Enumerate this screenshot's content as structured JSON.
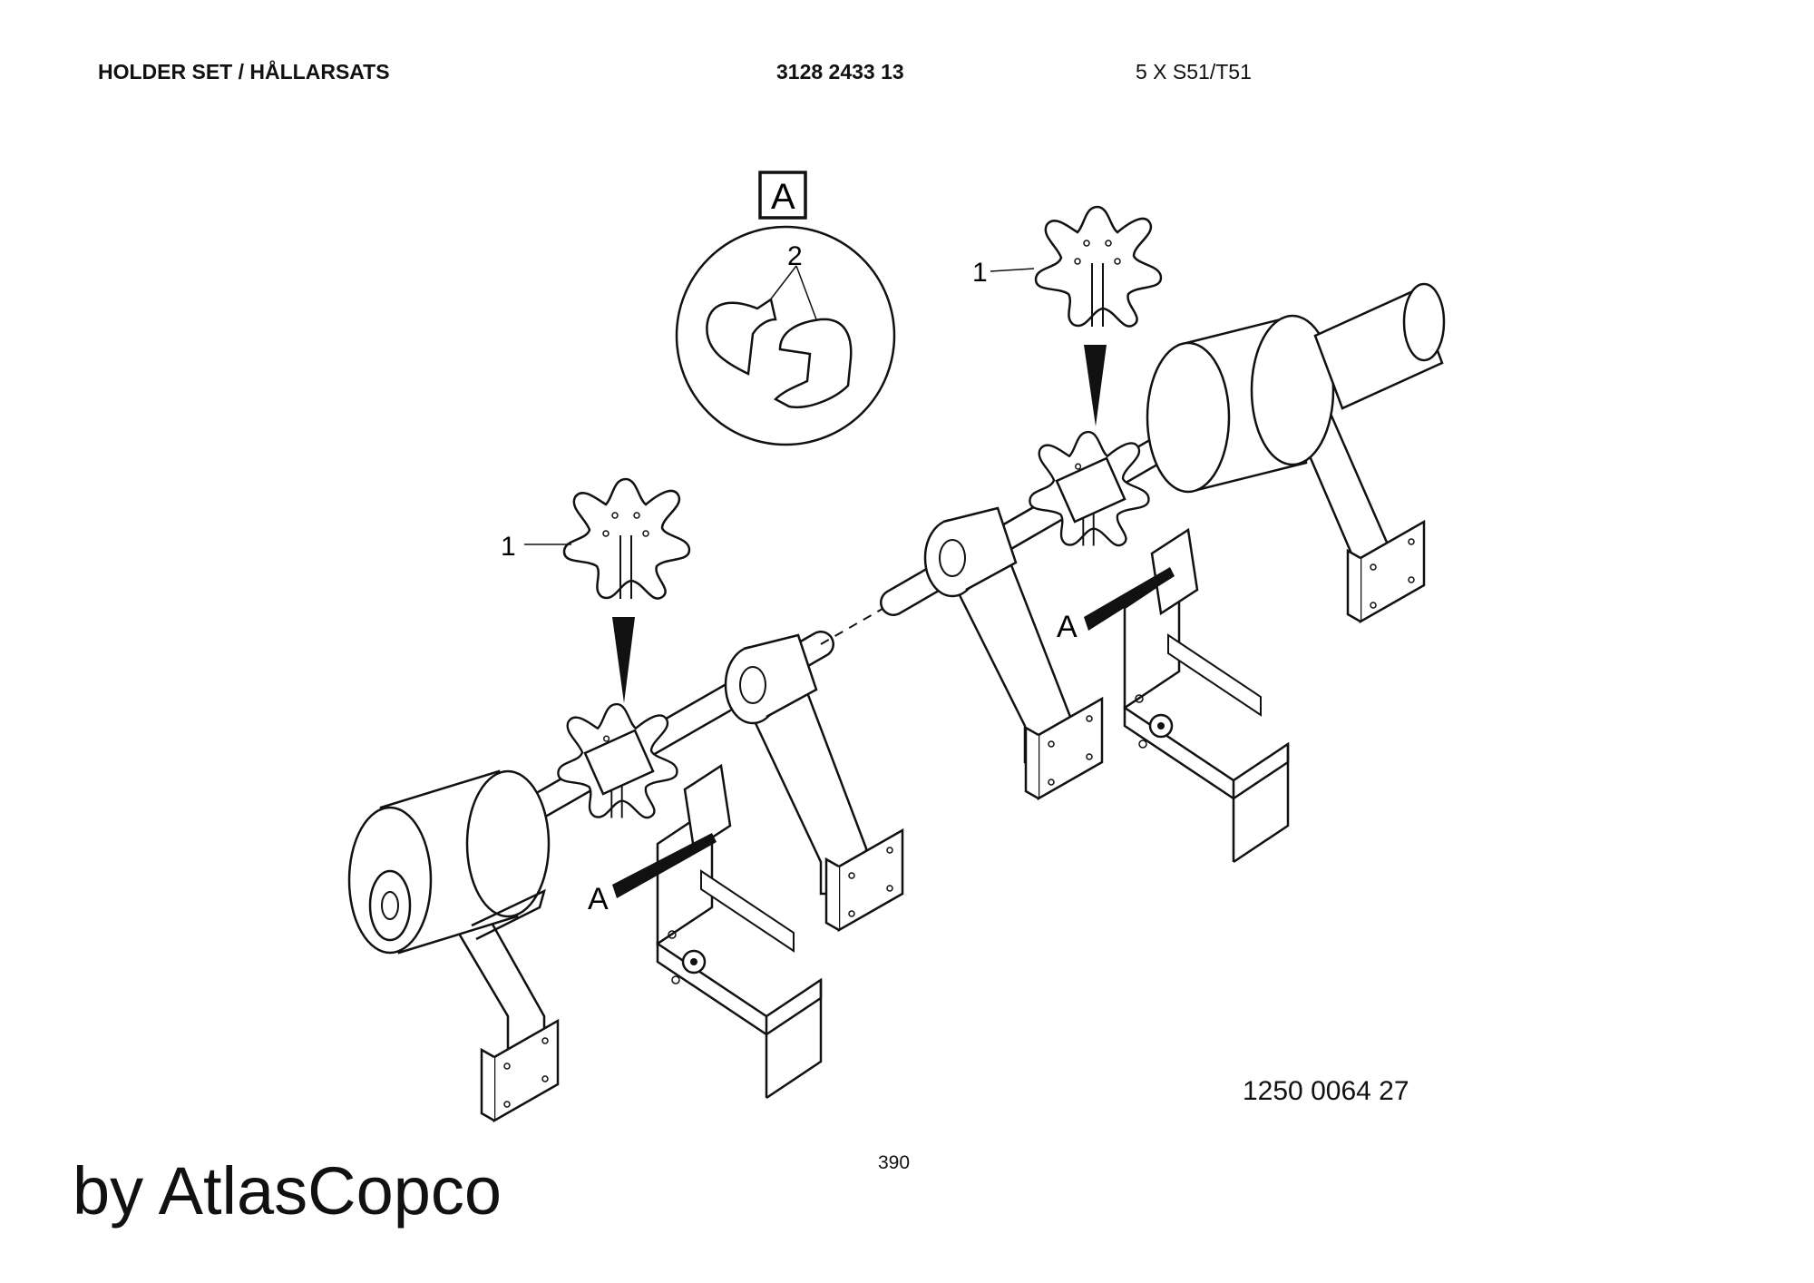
{
  "header": {
    "title": "HOLDER SET / HÅLLARSATS",
    "part_number": "3128 2433 13",
    "quantity": "5 X S51/T51"
  },
  "callouts": {
    "detail_label": "A",
    "item_1": "1",
    "item_2": "2",
    "ref_a": "A"
  },
  "drawing_number": "1250 0064 27",
  "page_number": "390",
  "watermark": "by AtlasCopco"
}
